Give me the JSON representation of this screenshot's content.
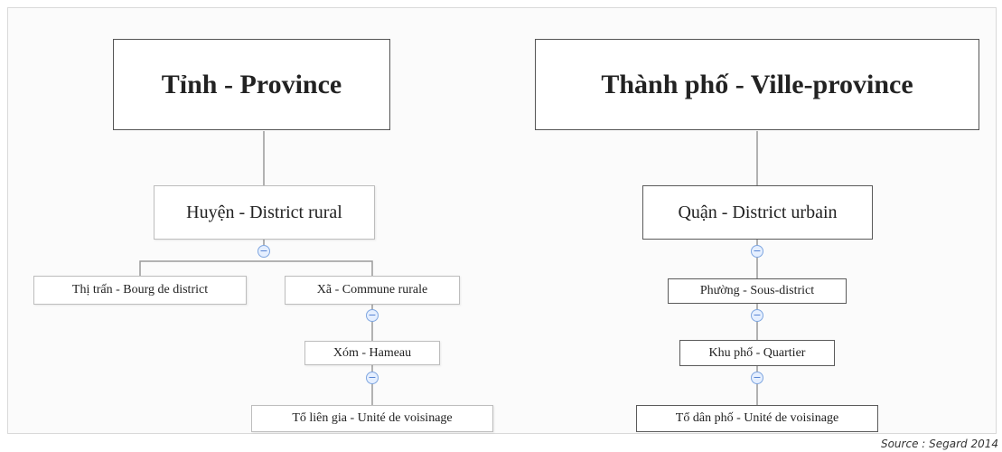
{
  "province_tree": {
    "root": "Tỉnh - Province",
    "district": "Huyện - District rural",
    "town": "Thị trấn - Bourg de district",
    "commune": "Xã - Commune rurale",
    "hamlet": "Xóm - Hameau",
    "neighborhood": "Tổ liên gia - Unité de voisinage"
  },
  "city_tree": {
    "root": "Thành phố - Ville-province",
    "district": "Quận - District urbain",
    "subdistrict": "Phường - Sous-district",
    "quarter": "Khu phố - Quartier",
    "neighborhood": "Tổ dân phố - Unité de voisinage"
  },
  "collapse_glyph": "−",
  "source": "Source : Segard 2014",
  "colors": {
    "line": "#9a9a9a",
    "light_border": "#bdbdbd",
    "dark_border": "#5a5a5a",
    "collapse_fill": "#e5efff",
    "collapse_border": "#7fa6e0"
  }
}
